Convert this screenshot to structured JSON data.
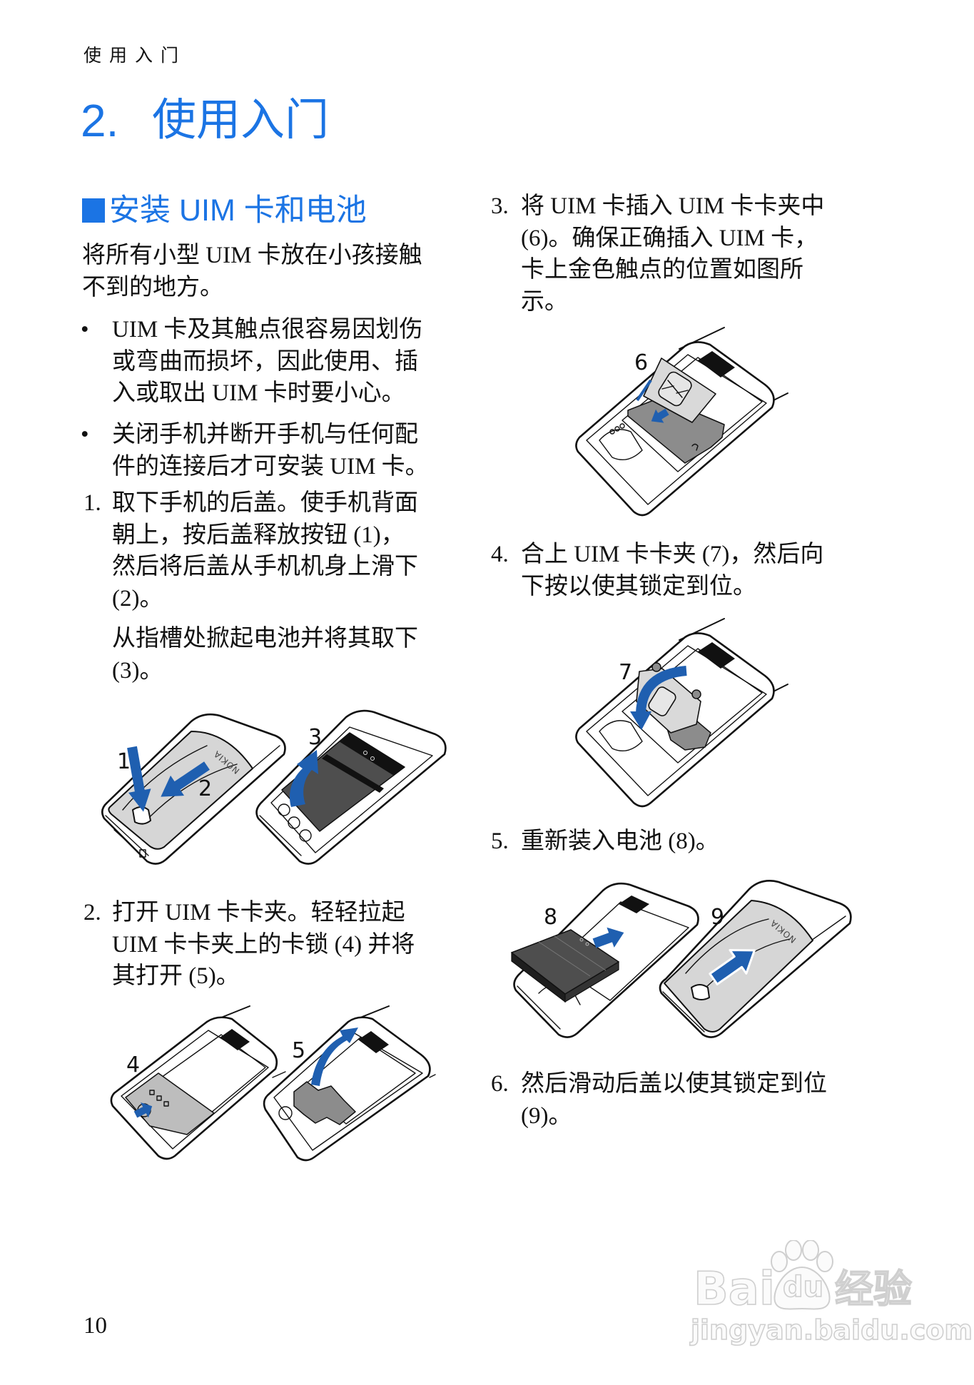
{
  "page": {
    "running_header": "使用入门",
    "page_number": "10"
  },
  "chapter": {
    "number": "2.",
    "title": "使用入门"
  },
  "section": {
    "marker_icon": "blue-square",
    "title": "安装 UIM 卡和电池"
  },
  "intro": {
    "lines": [
      "将所有小型 UIM 卡放在小孩接触",
      "不到的地方。"
    ]
  },
  "bullets": [
    {
      "marker": "•",
      "lines": [
        "UIM 卡及其触点很容易因划伤",
        "或弯曲而损坏，因此使用、插",
        "入或取出 UIM 卡时要小心。"
      ]
    },
    {
      "marker": "•",
      "lines": [
        "关闭手机并断开手机与任何配",
        "件的连接后才可安装 UIM 卡。"
      ]
    }
  ],
  "steps": [
    {
      "number": "1.",
      "lines": [
        "取下手机的后盖。使手机背面",
        "朝上，按后盖释放按钮 (1)，",
        "然后将后盖从手机机身上滑下",
        "(2)。"
      ],
      "extra_lines": [
        "从指槽处掀起电池并将其取下",
        "(3)。"
      ]
    },
    {
      "number": "2.",
      "lines": [
        "打开 UIM 卡卡夹。轻轻拉起",
        "UIM 卡卡夹上的卡锁 (4) 并将",
        "其打开 (5)。"
      ]
    },
    {
      "number": "3.",
      "lines": [
        "将 UIM 卡插入 UIM 卡卡夹中",
        "(6)。确保正确插入 UIM 卡，",
        "卡上金色触点的位置如图所",
        "示。"
      ]
    },
    {
      "number": "4.",
      "lines": [
        "合上 UIM 卡卡夹 (7)，然后向",
        "下按以使其锁定到位。"
      ]
    },
    {
      "number": "5.",
      "lines": [
        "重新装入电池 (8)。"
      ]
    },
    {
      "number": "6.",
      "lines": [
        "然后滑动后盖以使其锁定到位",
        "(9)。"
      ]
    }
  ],
  "figures": [
    {
      "name": "remove-cover-and-battery",
      "labels": [
        "1",
        "2",
        "3"
      ],
      "logo": "NOKIA"
    },
    {
      "name": "open-uim-holder",
      "labels": [
        "4",
        "5"
      ]
    },
    {
      "name": "insert-uim-card",
      "labels": [
        "6"
      ]
    },
    {
      "name": "close-uim-holder",
      "labels": [
        "7"
      ]
    },
    {
      "name": "replace-battery-and-cover",
      "labels": [
        "8",
        "9"
      ],
      "logo": "NOKIA"
    }
  ],
  "colors": {
    "accent": "#1b74e4",
    "arrow": "#1f5fb0",
    "cover_gray": "#d6d6d6",
    "battery": "#4e4e4e",
    "text": "#111111"
  },
  "watermark": {
    "brand_left": "Bai",
    "brand_right": "du",
    "product": "经验",
    "url": "jingyan.baidu.com"
  }
}
